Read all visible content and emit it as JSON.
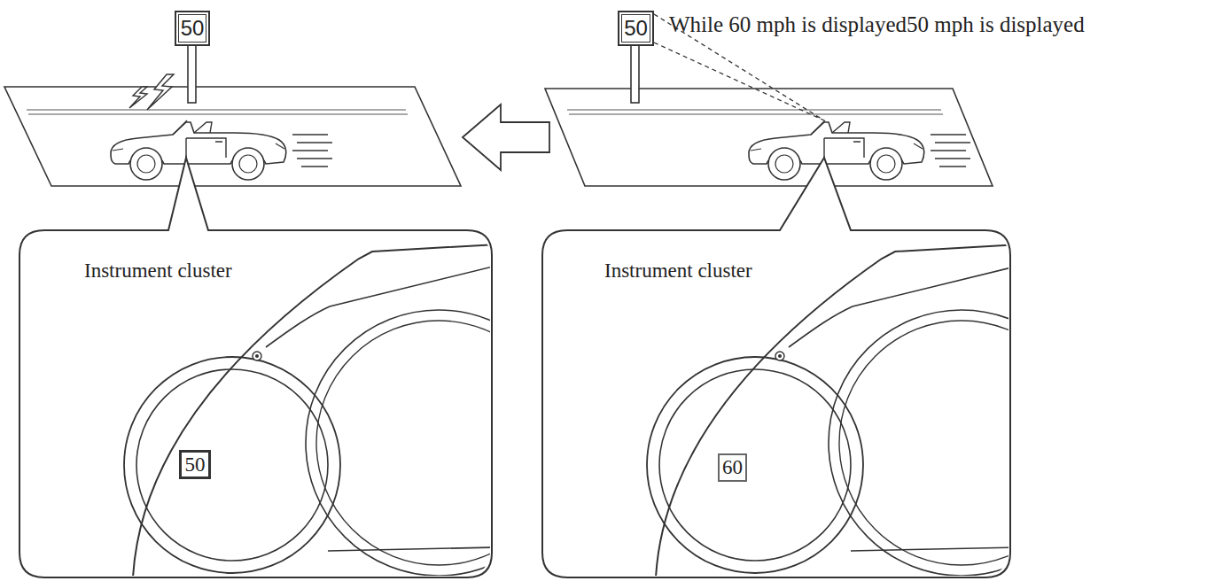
{
  "diagram": {
    "nodes": [
      {
        "text": [
          "50"
        ]
      },
      {
        "text": [
          "50"
        ]
      },
      {
        "text": [
          "Instrument cluster"
        ]
      },
      {
        "text": [
          "50"
        ],
        "in": 2
      },
      {
        "text": [
          "Instrument cluster"
        ]
      },
      {
        "text": [
          "60"
        ],
        "in": 4
      }
    ],
    "labels": [
      "While 60 mph is displayed50 mph is displayed"
    ]
  }
}
